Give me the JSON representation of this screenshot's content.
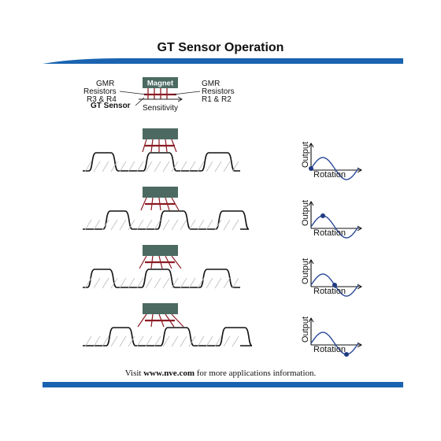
{
  "title": "GT Sensor Operation",
  "legend": {
    "magnet_label": "Magnet",
    "left_label_lines": [
      "GMR",
      "Resistors",
      "R3 & R4"
    ],
    "right_label_lines": [
      "GMR",
      "Resistors",
      "R1 & R2"
    ],
    "sensor_label": "GT Sensor",
    "sensitivity_label": "Sensitivity"
  },
  "rows": [
    {
      "step": 1,
      "output_marker_phase": 0.0
    },
    {
      "step": 2,
      "output_marker_phase": 0.25
    },
    {
      "step": 3,
      "output_marker_phase": 0.5
    },
    {
      "step": 4,
      "output_marker_phase": 0.75
    }
  ],
  "plot_labels": {
    "y": "Output",
    "x": "Rotation"
  },
  "footer": {
    "prefix": "Visit ",
    "link": "www.nve.com",
    "suffix": " for more applications information."
  },
  "colors": {
    "bar_blue": "#1a63b0",
    "magnet_fill": "#4c6a62",
    "field_red": "#8b1c24",
    "wave_blue": "#2c4a9a",
    "marker": "#1f3a80"
  }
}
